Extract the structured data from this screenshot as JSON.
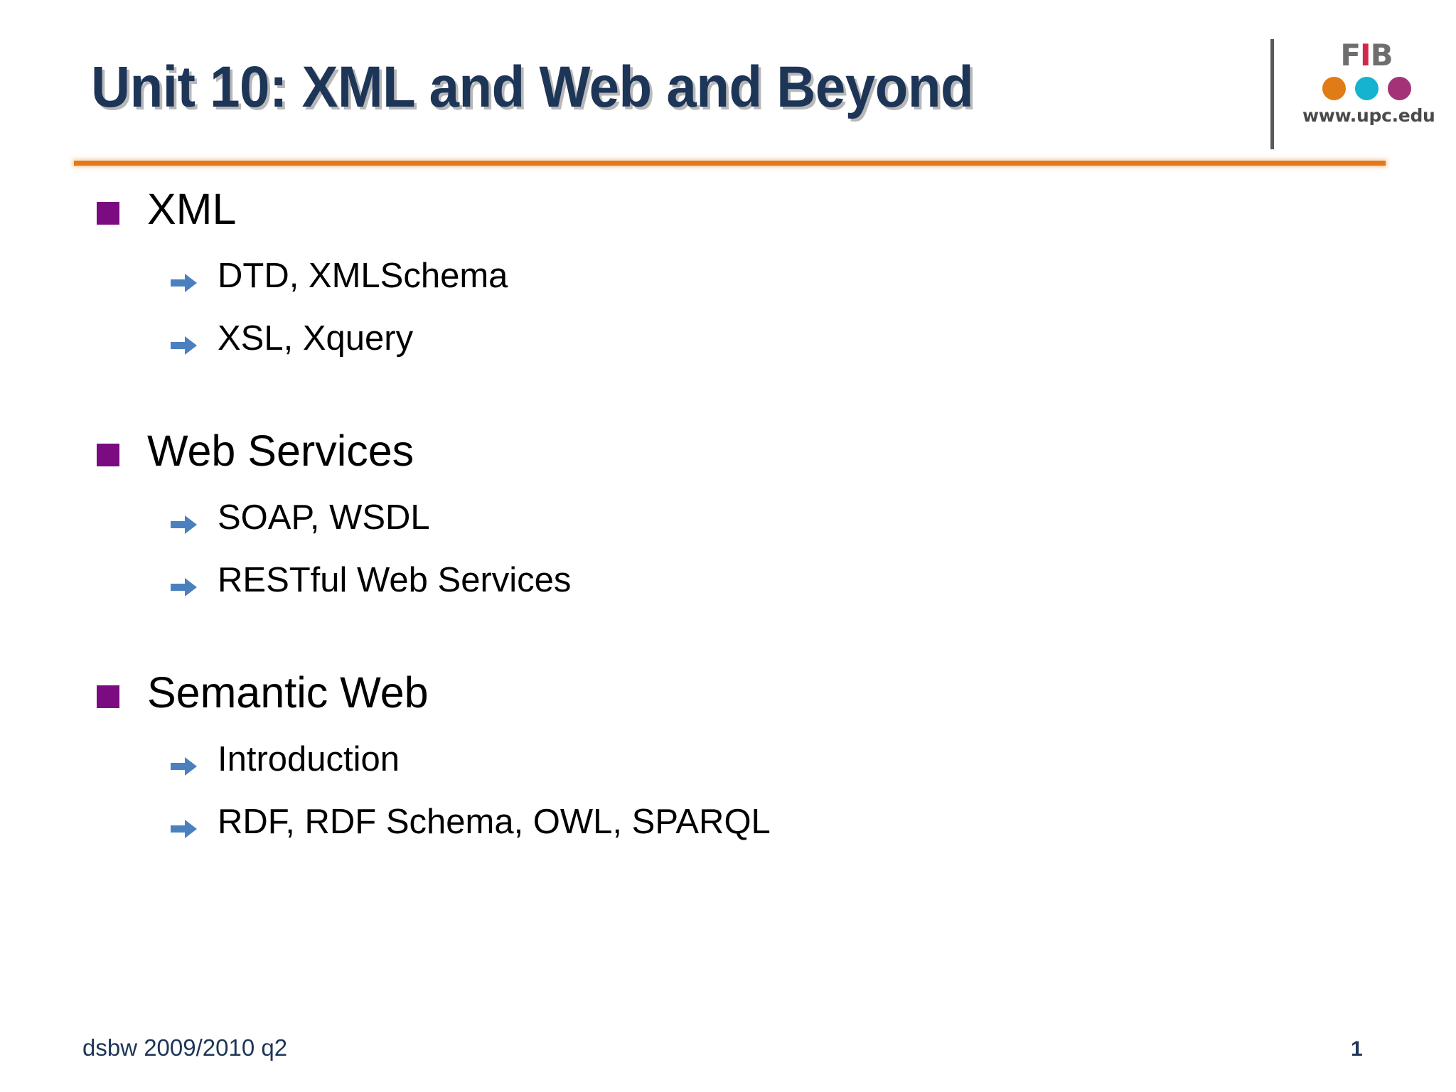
{
  "slide": {
    "title": "Unit 10: XML and Web and Beyond",
    "background_color": "#ffffff",
    "title_color": "#1d3557",
    "rule_color": "#e2781a"
  },
  "logo": {
    "wordmark_f": "F",
    "wordmark_i": "I",
    "wordmark_b": "B",
    "url": "www.upc.edu",
    "dot_orange_color": "#e07b15",
    "dot_cyan_color": "#16b3ce",
    "dot_magenta_color": "#a33277",
    "wordmark_gray_color": "#6e6e6e",
    "wordmark_red_color": "#d3274b"
  },
  "outline": {
    "level1_bullet_color": "#7b0b80",
    "level2_bullet_color": "#4a80c0",
    "groups": [
      {
        "heading": "XML",
        "subitems": [
          "DTD, XMLSchema",
          "XSL, Xquery"
        ]
      },
      {
        "heading": "Web Services",
        "subitems": [
          "SOAP, WSDL",
          "RESTful Web Services"
        ]
      },
      {
        "heading": "Semantic Web",
        "subitems": [
          "Introduction",
          "RDF, RDF Schema, OWL, SPARQL"
        ]
      }
    ]
  },
  "footer": {
    "course": "dsbw  2009/2010 q2",
    "page_number": "1"
  }
}
